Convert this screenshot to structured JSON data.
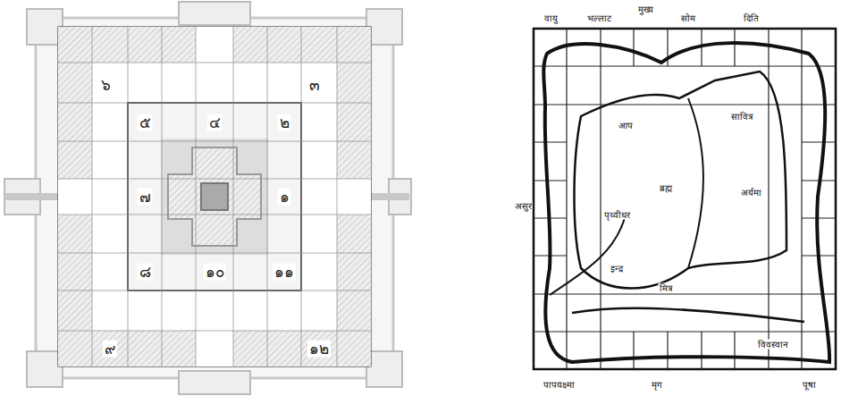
{
  "diagram": {
    "labels": [
      "๖",
      "๓",
      "๕",
      "๔",
      "๒",
      "๗",
      "๑",
      "๘",
      "๑๐",
      "๑๑",
      "๙",
      "๑๒",
      "वायु",
      "भल्लाट",
      "मुख्य",
      "सोम",
      "दिति",
      "असुर",
      "पापयक्ष्मा",
      "मृग",
      "पूषा",
      "आप",
      "सावित्र",
      "ब्रह्म",
      "पृथ्वीधर",
      "अर्यमा",
      "इन्द्र",
      "मित्र",
      "विवस्वान"
    ]
  }
}
